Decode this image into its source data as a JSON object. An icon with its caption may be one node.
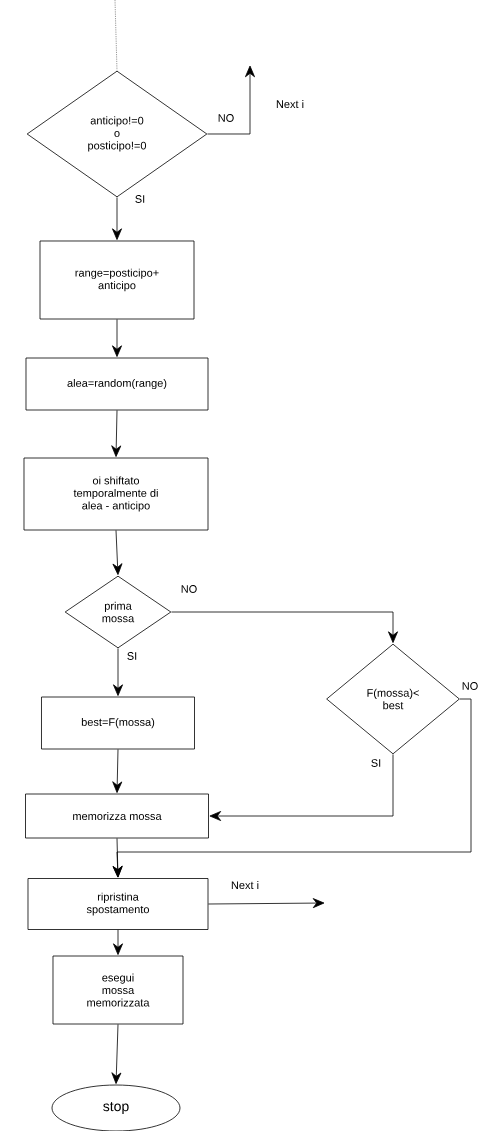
{
  "diagram": {
    "nodes": [
      {
        "text": [
          "anticipo!=0 o posticipo!=0"
        ]
      },
      {
        "text": [
          "range=posticipo+ anticipo"
        ]
      },
      {
        "text": [
          "alea=random(range)"
        ]
      },
      {
        "text": [
          "oi shiftato temporalmente di alea - anticipo"
        ]
      },
      {
        "text": [
          "prima mossa"
        ]
      },
      {
        "text": [
          "F(mossa)< best"
        ]
      },
      {
        "text": [
          "best=F(mossa)"
        ]
      },
      {
        "text": [
          "memorizza mossa"
        ]
      },
      {
        "text": [
          "ripristina spostamento"
        ]
      },
      {
        "text": [
          "esegui mossa memorizzata"
        ]
      },
      {
        "text": [
          "stop"
        ]
      }
    ],
    "edges": [
      {
        "from": null,
        "to": 0,
        "arrow": "none",
        "style": "dashed"
      },
      {
        "from": 0,
        "to": null,
        "arrow": "to",
        "label": "NO"
      },
      {
        "from": 0,
        "to": 1,
        "arrow": "to",
        "label": "SI"
      },
      {
        "from": 1,
        "to": 2,
        "arrow": "to"
      },
      {
        "from": 2,
        "to": 3,
        "arrow": "to"
      },
      {
        "from": 3,
        "to": 4,
        "arrow": "to"
      },
      {
        "from": 4,
        "to": 6,
        "arrow": "to",
        "label": "SI"
      },
      {
        "from": 4,
        "to": 5,
        "arrow": "to",
        "label": "NO"
      },
      {
        "from": 6,
        "to": 7,
        "arrow": "to"
      },
      {
        "from": 5,
        "to": 7,
        "arrow": "to",
        "label": "SI"
      },
      {
        "from": 7,
        "to": 8,
        "arrow": "to"
      },
      {
        "from": 5,
        "to": 8,
        "arrow": "to",
        "label": "NO"
      },
      {
        "from": 8,
        "to": null,
        "arrow": "to",
        "label": "Next i"
      },
      {
        "from": 8,
        "to": 9,
        "arrow": "to"
      },
      {
        "from": 9,
        "to": 10,
        "arrow": "to"
      }
    ],
    "labels": [
      "Next i"
    ]
  }
}
